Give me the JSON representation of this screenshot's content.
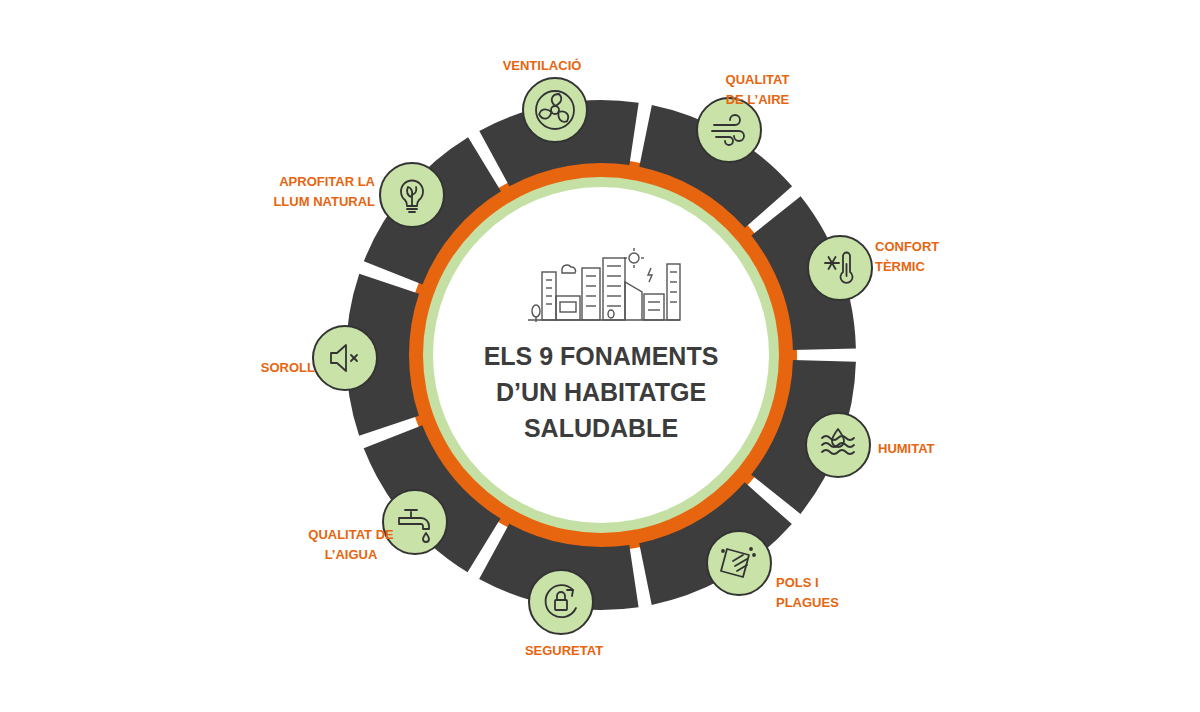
{
  "diagram": {
    "title": "ELS 9 FONAMENTS D’UN HABITATGE SALUDABLE",
    "nodes": [
      {
        "text": [
          "VENTILACIÓ"
        ]
      },
      {
        "text": [
          "QUALITAT DE L’AIRE"
        ]
      },
      {
        "text": [
          "CONFORT TÈRMIC"
        ]
      },
      {
        "text": [
          "HUMITAT"
        ]
      },
      {
        "text": [
          "POLS I PLAGUES"
        ]
      },
      {
        "text": [
          "SEGURETAT"
        ]
      },
      {
        "text": [
          "QUALITAT DE L’AIGUA"
        ]
      },
      {
        "text": [
          "SOROLL"
        ]
      },
      {
        "text": [
          "APROFITAR LA LLUM NATURAL"
        ]
      }
    ]
  }
}
